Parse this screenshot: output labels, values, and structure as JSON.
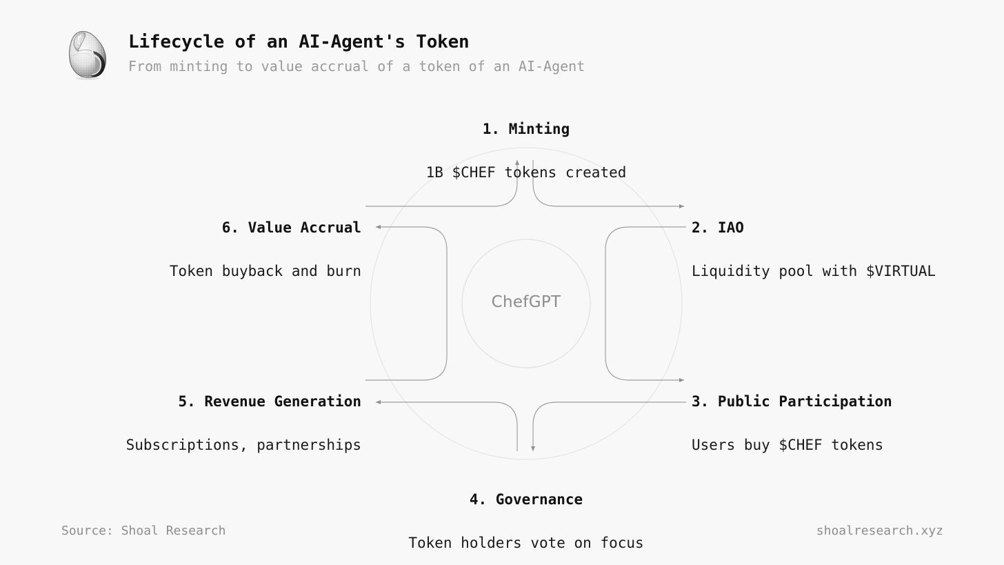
{
  "header": {
    "logo_icon": "shell-logo-icon",
    "title": "Lifecycle of an AI-Agent's Token",
    "subtitle": "From minting to value accrual of a token of an AI-Agent"
  },
  "diagram": {
    "center_label": "ChefGPT",
    "colors": {
      "background": "#f8f8f8",
      "text_primary": "#111111",
      "text_muted": "#9a9a9a",
      "line": "#9a9a9a",
      "ring": "#e8e8e8",
      "inner_circle": "#e4e4e4"
    },
    "stages": [
      {
        "number": "1",
        "title": "1. Minting",
        "desc": "1B $CHEF tokens created"
      },
      {
        "number": "2",
        "title": "2. IAO",
        "desc": "Liquidity pool with $VIRTUAL"
      },
      {
        "number": "3",
        "title": "3. Public Participation",
        "desc": "Users buy $CHEF tokens"
      },
      {
        "number": "4",
        "title": "4. Governance",
        "desc": "Token holders vote on focus"
      },
      {
        "number": "5",
        "title": "5. Revenue Generation",
        "desc": "Subscriptions, partnerships"
      },
      {
        "number": "6",
        "title": "6. Value Accrual",
        "desc": "Token buyback and burn"
      }
    ]
  },
  "footer": {
    "source": "Source: Shoal Research",
    "site": "shoalresearch.xyz"
  }
}
